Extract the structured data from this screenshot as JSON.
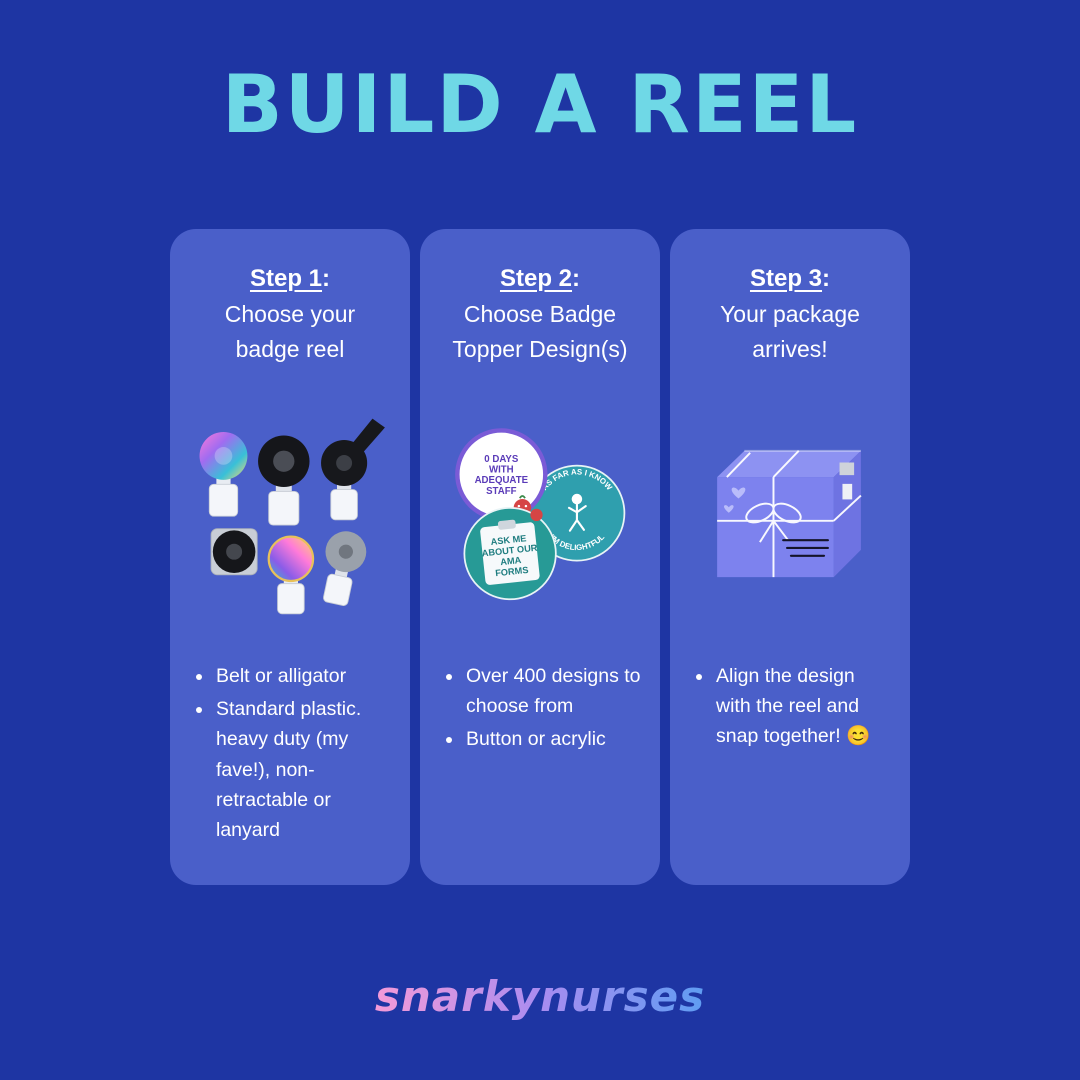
{
  "title": "BUILD A REEL",
  "colors": {
    "background": "#1e35a3",
    "card": "#4a5fc9",
    "title": "#6fd8e6",
    "text": "#ffffff",
    "fpink": "#f49ad8",
    "fpurple": "#a98cf0",
    "fblue": "#5f9df2"
  },
  "steps": [
    {
      "label": "Step 1",
      "colon": ":",
      "subtitle": "Choose your badge reel",
      "illustration": "badge-reels",
      "bullets": [
        "Belt or alligator",
        "Standard plastic. heavy duty (my fave!), non-retractable or lanyard"
      ]
    },
    {
      "label": "Step 2",
      "colon": ":",
      "subtitle": "Choose Badge Topper Design(s)",
      "illustration": "badge-toppers",
      "bullets": [
        "Over 400 designs to choose from",
        "Button or acrylic"
      ]
    },
    {
      "label": "Step 3",
      "colon": ":",
      "subtitle": "Your package arrives!",
      "illustration": "package",
      "bullets": [
        "Align the design with the reel and snap together! 😊"
      ]
    }
  ],
  "badges": {
    "days": {
      "lines": [
        "0 DAYS",
        "WITH",
        "ADEQUATE",
        "STAFF"
      ]
    },
    "delightful": {
      "top": "AS FAR AS I KNOW",
      "bottom": "I'M DELIGHTFUL"
    },
    "ama": {
      "lines": [
        "ASK ME",
        "ABOUT OUR",
        "AMA",
        "FORMS"
      ]
    }
  },
  "footer": {
    "brand": "snarkynurses"
  }
}
